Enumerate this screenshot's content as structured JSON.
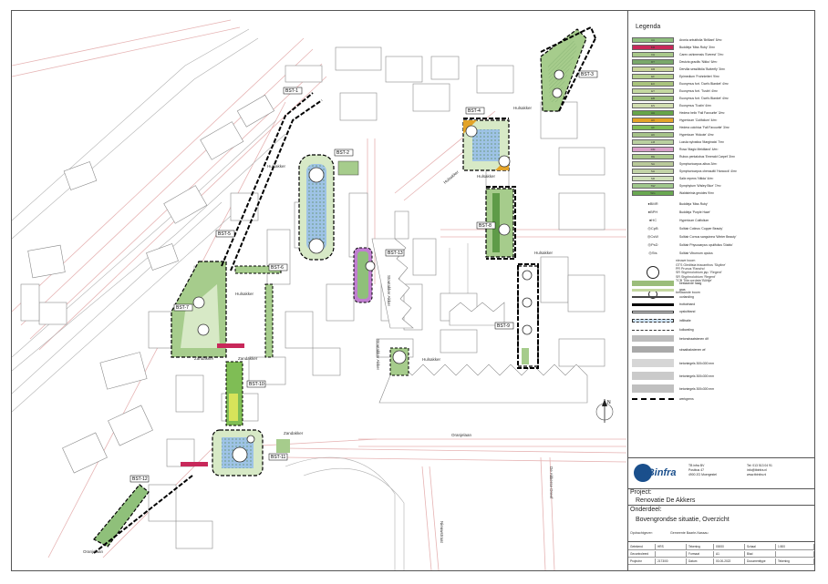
{
  "legend": {
    "title": "Legenda",
    "rows": [
      {
        "code": "AA",
        "label": "Aronia arbutifolia 'Brilliant' 5/m²",
        "color": "#8fbf7f"
      },
      {
        "code": "BM",
        "label": "Buddleja 'Miss Ruby' 3/m²",
        "color": "#c8285a"
      },
      {
        "code": "CH",
        "label": "Carex oshimensis 'Everest' 7/m²",
        "color": "#a8c88a"
      },
      {
        "code": "DT",
        "label": "Deutzia gracilis 'Nikko' 6/m²",
        "color": "#7aa86a"
      },
      {
        "code": "DB",
        "label": "Dervilla sessilifolia 'Butterfly' 3/m²",
        "color": "#c9d59a"
      },
      {
        "code": "EF",
        "label": "Epimedium 'Frohnleiten' 9/m²",
        "color": "#b5cf8d"
      },
      {
        "code": "EU",
        "label": "Euonymus fort. 'Dart's Blanket' 4/m²",
        "color": "#a9c47d"
      },
      {
        "code": "ET",
        "label": "Euonymus fort. 'Tustin' 4/m²",
        "color": "#c4d8a0"
      },
      {
        "code": "EB",
        "label": "Euonymus fort. 'Dart's Blanket' 4/m²",
        "color": "#9bbd7a"
      },
      {
        "code": "ES",
        "label": "Euonymus 'Tustin' 4/m²",
        "color": "#d2dfb0"
      },
      {
        "code": "HH",
        "label": "Hedera helix 'Fall Favourite' 3/m²",
        "color": "#66a54a"
      },
      {
        "code": "HC",
        "label": "Hypericum 'Cutifolium' 4/m²",
        "color": "#e3a328"
      },
      {
        "code": "HF",
        "label": "Hedera colchica 'Fall Favourite' 3/m²",
        "color": "#7fbd55"
      },
      {
        "code": "HK",
        "label": "Hypericum 'Hidcote' 4/m²",
        "color": "#a6c389"
      },
      {
        "code": "LM",
        "label": "Luzula sylvatica 'Marginata' 7/m²",
        "color": "#b9d0a0"
      },
      {
        "code": "RM",
        "label": "Rosa 'Magic Meidiland' 4/m²",
        "color": "#d8a0c8"
      },
      {
        "code": "RE",
        "label": "Rubus pentalobus 'Emerald Carpet' 3/m²",
        "color": "#aac88a"
      },
      {
        "code": "SA",
        "label": "Symphoricarpos albus 3/m²",
        "color": "#b9c99a"
      },
      {
        "code": "SH",
        "label": "Symphoricarpos chenaultii 'Hancock' 4/m²",
        "color": "#c2d3a6"
      },
      {
        "code": "SR",
        "label": "Salix repens 'Nitida' 4/m²",
        "color": "#cfe0b8"
      },
      {
        "code": "SW",
        "label": "Symphytum 'Wisley Blue' 7/m²",
        "color": "#a0c88c"
      },
      {
        "code": "WG",
        "label": "Waldsteinia geoides 9/m²",
        "color": "#6aa852"
      }
    ],
    "points": [
      {
        "sym": "●BMR",
        "label": "Buddleja 'Miss Ruby'"
      },
      {
        "sym": "●BPH",
        "label": "Buddleja 'Purple Haze'"
      },
      {
        "sym": "●HC",
        "label": "Hypericum Cutifolium"
      },
      {
        "sym": "◎CpB",
        "label": "Solitair Cotinus 'Copper Beauty'"
      },
      {
        "sym": "◎CsW",
        "label": "Solitair Cornus sanguinea 'Winter Beauty'"
      },
      {
        "sym": "◎PsD",
        "label": "Solitair Physocarpus opulifolius 'Diablo'"
      },
      {
        "sym": "◎Sts",
        "label": "Solitair Viburnum opulus"
      }
    ],
    "new_trees_head": "nieuwe boom",
    "new_trees": [
      "GTS  Gleditsia triacanthos 'Skyline'",
      "PR   Prunus 'Rancho'",
      "SR   Styphnolobium jap. 'Regent'",
      "SR   Styphnolobium 'Regent'",
      "TCB  Tilia cordata 'Böhlje'"
    ],
    "existing_tree": "bestaande boom",
    "materials": [
      {
        "label": "bestaande haag",
        "kind": "hedge"
      },
      {
        "label": "gras",
        "kind": "grass"
      },
      {
        "label": "oorlanding",
        "kind": "edge"
      },
      {
        "label": "trottoirband",
        "kind": "curb"
      },
      {
        "label": "opsluitband",
        "kind": "band"
      },
      {
        "label": "infiltratie",
        "kind": "infil"
      },
      {
        "label": "kolkwaling",
        "kind": "drain"
      },
      {
        "label": "betonstraatstenen dlf",
        "kind": "paver"
      },
      {
        "label": "straatbakstenen wf",
        "kind": "brick"
      },
      {
        "label": "betontegels 300x300 mm",
        "kind": "tile"
      },
      {
        "label": "betontegels 300x300 mm",
        "kind": "tile2"
      },
      {
        "label": "betontegels 300x300 mm",
        "kind": "tile3"
      },
      {
        "label": "werkgrens",
        "kind": "boundary"
      }
    ]
  },
  "company": {
    "name": "TBinfra",
    "addr1": "TB infra BV",
    "addr2": "Postbus 47",
    "addr3": "4900 ZG Moergestel",
    "tel": "Tel: 013 513 04 91",
    "mail": "info@tbinfra.nl",
    "web": "www.tbinfra.nl"
  },
  "project": {
    "head": "Project:",
    "value": "Renovatie De Akkers"
  },
  "onderdeel": {
    "head": "Onderdeel:",
    "value": "Bovengrondse situatie, Overzicht",
    "client_label": "Opdrachtgever:",
    "client": "Gemeente Baarle-Nassau"
  },
  "titleblock": {
    "cells": [
      [
        "Getekend",
        "HRS",
        "Tekening",
        "00000",
        "Schaal",
        "1:500"
      ],
      [
        "Gecontroleerd",
        "",
        "Formaat",
        "A1",
        "Blad",
        ""
      ],
      [
        "Projectnr",
        "2173/00",
        "Datum",
        "00-00-2022",
        "Documenttype",
        "Tekening"
      ]
    ]
  },
  "map": {
    "streets": [
      {
        "id": "hulsakker-top",
        "text": "Hulsakker"
      },
      {
        "id": "hulsakker-mid",
        "text": "Hulsakker"
      },
      {
        "id": "hulsakker-ne",
        "text": "Hulsakker"
      },
      {
        "id": "hulsakker-e",
        "text": "Hulsakker"
      },
      {
        "id": "hulsakker-center",
        "text": "Hulsakker"
      },
      {
        "id": "hulsakker-s",
        "text": "Hulsakker"
      },
      {
        "id": "zandakker-1",
        "text": "Zandakker"
      },
      {
        "id": "zandakker-2",
        "text": "Zandakker"
      },
      {
        "id": "zandakker-3",
        "text": "Zandakker"
      },
      {
        "id": "oranjelaan",
        "text": "Oranjelaan"
      },
      {
        "id": "oranjelaan-sw",
        "text": "Oranjelaan"
      },
      {
        "id": "stoutakker-1",
        "text": "Stoutakker Akker"
      },
      {
        "id": "stoutakker-2",
        "text": "Stoutakker Akker"
      },
      {
        "id": "nieuwstraat",
        "text": "Nieuwstraat"
      },
      {
        "id": "dreef",
        "text": "De Akkerse Dreef"
      },
      {
        "id": "hulsstraat",
        "text": "Hulsakker"
      }
    ],
    "sheet_labels": [
      "BST-1",
      "BST-2",
      "BST-3",
      "BST-4",
      "BST-5",
      "BST-6",
      "BST-7",
      "BST-8",
      "BST-9",
      "BST-10",
      "BST-11",
      "BST-12",
      "BST-13"
    ]
  },
  "colors": {
    "plant_green": "#8fc07a",
    "plant_dark": "#5e9b48",
    "water_blue": "#9ec3e6",
    "magenta": "#c8285a",
    "orange": "#e3a328",
    "boundary": "#000000",
    "road_red": "#e0a0a0"
  },
  "north_arrow": "N"
}
